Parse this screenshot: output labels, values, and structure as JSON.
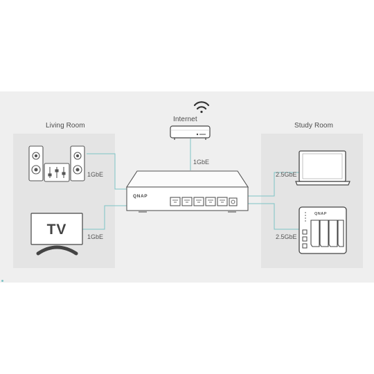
{
  "rooms": {
    "living": {
      "title": "Living Room"
    },
    "study": {
      "title": "Study Room"
    }
  },
  "internet": {
    "label": "Internet"
  },
  "switch": {
    "brand": "QNAP"
  },
  "nas": {
    "brand": "QNAP"
  },
  "tv": {
    "label": "TV"
  },
  "links": {
    "uplink": "1GbE",
    "speakers": "1GbE",
    "tv": "1GbE",
    "laptop": "2.5GbE",
    "nas": "2.5GbE"
  },
  "colors": {
    "cable": "#7dc3c6",
    "background": "#efefef",
    "room_panel": "#e4e4e4",
    "device_fill": "#ffffff",
    "device_stroke": "#444444"
  }
}
